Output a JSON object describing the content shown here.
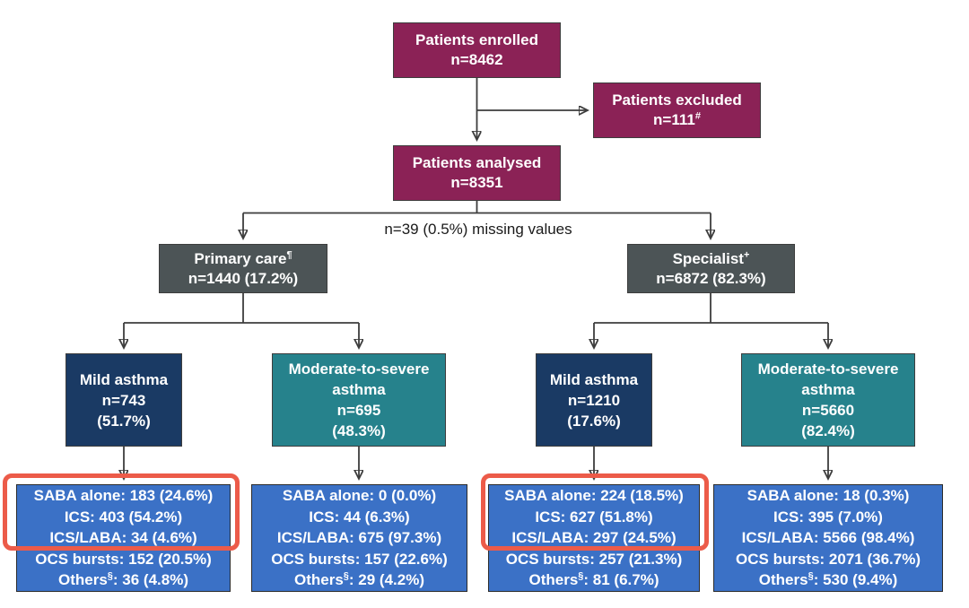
{
  "colors": {
    "maroon": "#8B2256",
    "slate": "#4C5456",
    "navy": "#1A3A64",
    "teal": "#26828C",
    "blue": "#3B71C6",
    "highlight": "#EC5B49",
    "line": "#3D3D3D"
  },
  "flow": {
    "enrolled": {
      "title": "Patients enrolled",
      "count": "n=8462"
    },
    "excluded": {
      "title": "Patients excluded",
      "count_base": "n=111",
      "count_sup": "#"
    },
    "analysed": {
      "title": "Patients analysed",
      "count": "n=8351"
    },
    "missing_note": "n=39 (0.5%) missing values",
    "primary_care": {
      "title_base": "Primary care",
      "title_sup": "¶",
      "count": "n=1440 (17.2%)"
    },
    "specialist": {
      "title_base": "Specialist",
      "title_sup": "+",
      "count": "n=6872 (82.3%)"
    },
    "pc_mild": {
      "l1": "Mild asthma",
      "l2": "n=743",
      "l3": "(51.7%)"
    },
    "pc_modsev": {
      "l1": "Moderate-to-severe",
      "l2": "asthma",
      "l3": "n=695",
      "l4": "(48.3%)"
    },
    "sp_mild": {
      "l1": "Mild asthma",
      "l2": "n=1210",
      "l3": "(17.6%)"
    },
    "sp_modsev": {
      "l1": "Moderate-to-severe",
      "l2": "asthma",
      "l3": "n=5660",
      "l4": "(82.4%)"
    },
    "pc_mild_rx": {
      "saba": "SABA alone: 183 (24.6%)",
      "ics": "ICS: 403 (54.2%)",
      "ics_laba": "ICS/LABA: 34 (4.6%)",
      "ocs": "OCS bursts: 152 (20.5%)",
      "others_base": "Others",
      "others_sup": "§",
      "others_rest": ": 36 (4.8%)"
    },
    "pc_modsev_rx": {
      "saba": "SABA alone: 0 (0.0%)",
      "ics": "ICS: 44 (6.3%)",
      "ics_laba": "ICS/LABA: 675 (97.3%)",
      "ocs": "OCS bursts: 157 (22.6%)",
      "others_base": "Others",
      "others_sup": "§",
      "others_rest": ": 29 (4.2%)"
    },
    "sp_mild_rx": {
      "saba": "SABA alone: 224 (18.5%)",
      "ics": "ICS: 627 (51.8%)",
      "ics_laba": "ICS/LABA: 297 (24.5%)",
      "ocs": "OCS bursts: 257 (21.3%)",
      "others_base": "Others",
      "others_sup": "§",
      "others_rest": ": 81 (6.7%)"
    },
    "sp_modsev_rx": {
      "saba": "SABA alone: 18 (0.3%)",
      "ics": "ICS: 395 (7.0%)",
      "ics_laba": "ICS/LABA: 5566 (98.4%)",
      "ocs": "OCS bursts: 2071 (36.7%)",
      "others_base": "Others",
      "others_sup": "§",
      "others_rest": ": 530 (9.4%)"
    }
  }
}
